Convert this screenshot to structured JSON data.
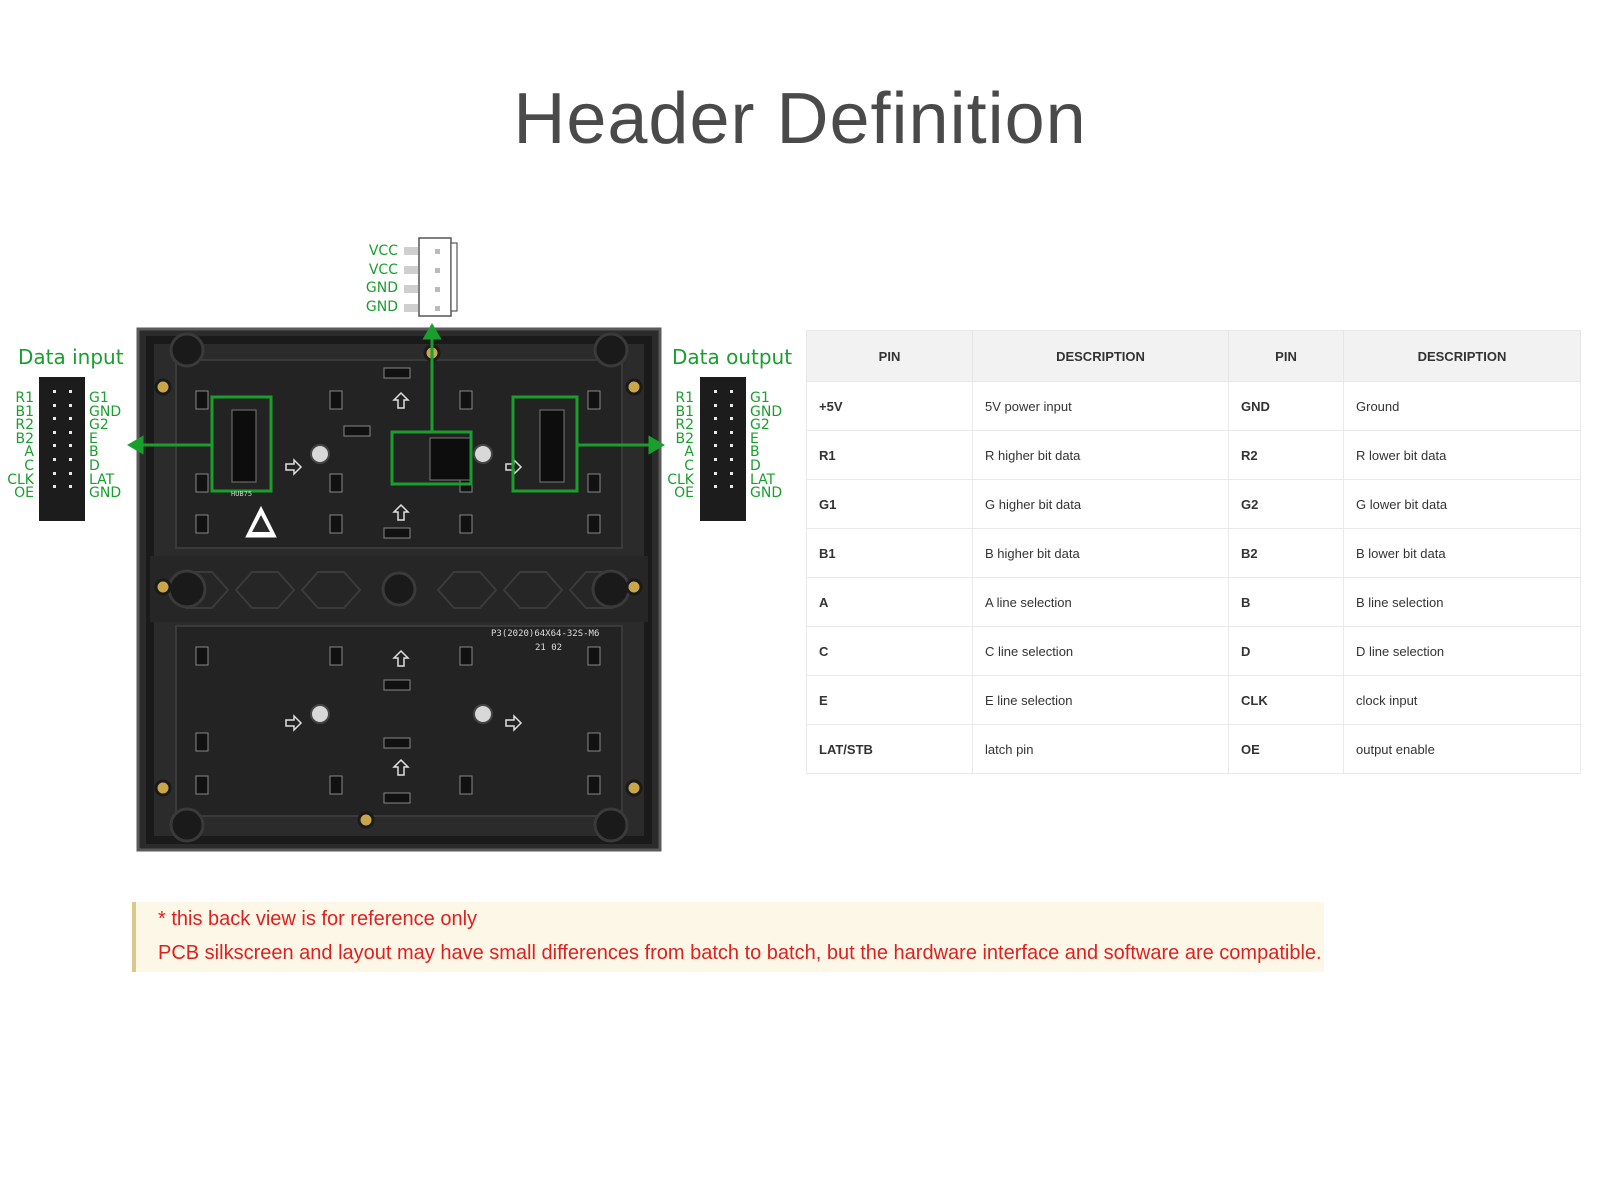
{
  "page": {
    "title": "Header Definition"
  },
  "diagram": {
    "data_input_label": "Data input",
    "data_output_label": "Data output",
    "header_left_pins": [
      "R1",
      "B1",
      "R2",
      "B2",
      "A",
      "C",
      "CLK",
      "OE"
    ],
    "header_right_pins": [
      "G1",
      "GND",
      "G2",
      "E",
      "B",
      "D",
      "LAT",
      "GND"
    ],
    "power_pins": [
      "VCC",
      "VCC",
      "GND",
      "GND"
    ],
    "board_marking": "P3(2020)64X64-32S-M6",
    "board_code": "21 02",
    "hub_label": "HUB75",
    "colors": {
      "accent_green": "#1a9e2e",
      "board": "#2a2a2a",
      "note_text": "#e02020"
    }
  },
  "pin_table": {
    "headers": [
      "PIN",
      "DESCRIPTION",
      "PIN",
      "DESCRIPTION"
    ],
    "rows": [
      [
        "+5V",
        "5V power input",
        "GND",
        "Ground"
      ],
      [
        "R1",
        "R higher bit data",
        "R2",
        "R lower bit data"
      ],
      [
        "G1",
        "G higher bit data",
        "G2",
        "G lower bit data"
      ],
      [
        "B1",
        "B higher bit data",
        "B2",
        "B lower bit data"
      ],
      [
        "A",
        "A line selection",
        "B",
        "B line selection"
      ],
      [
        "C",
        "C line selection",
        "D",
        "D line selection"
      ],
      [
        "E",
        "E line selection",
        "CLK",
        "clock input"
      ],
      [
        "LAT/STB",
        "latch pin",
        "OE",
        "output enable"
      ]
    ]
  },
  "note": {
    "line1": "* this back view is for reference only",
    "line2": "PCB silkscreen and layout may have small differences from batch to batch, but the hardware interface and software are compatible."
  }
}
